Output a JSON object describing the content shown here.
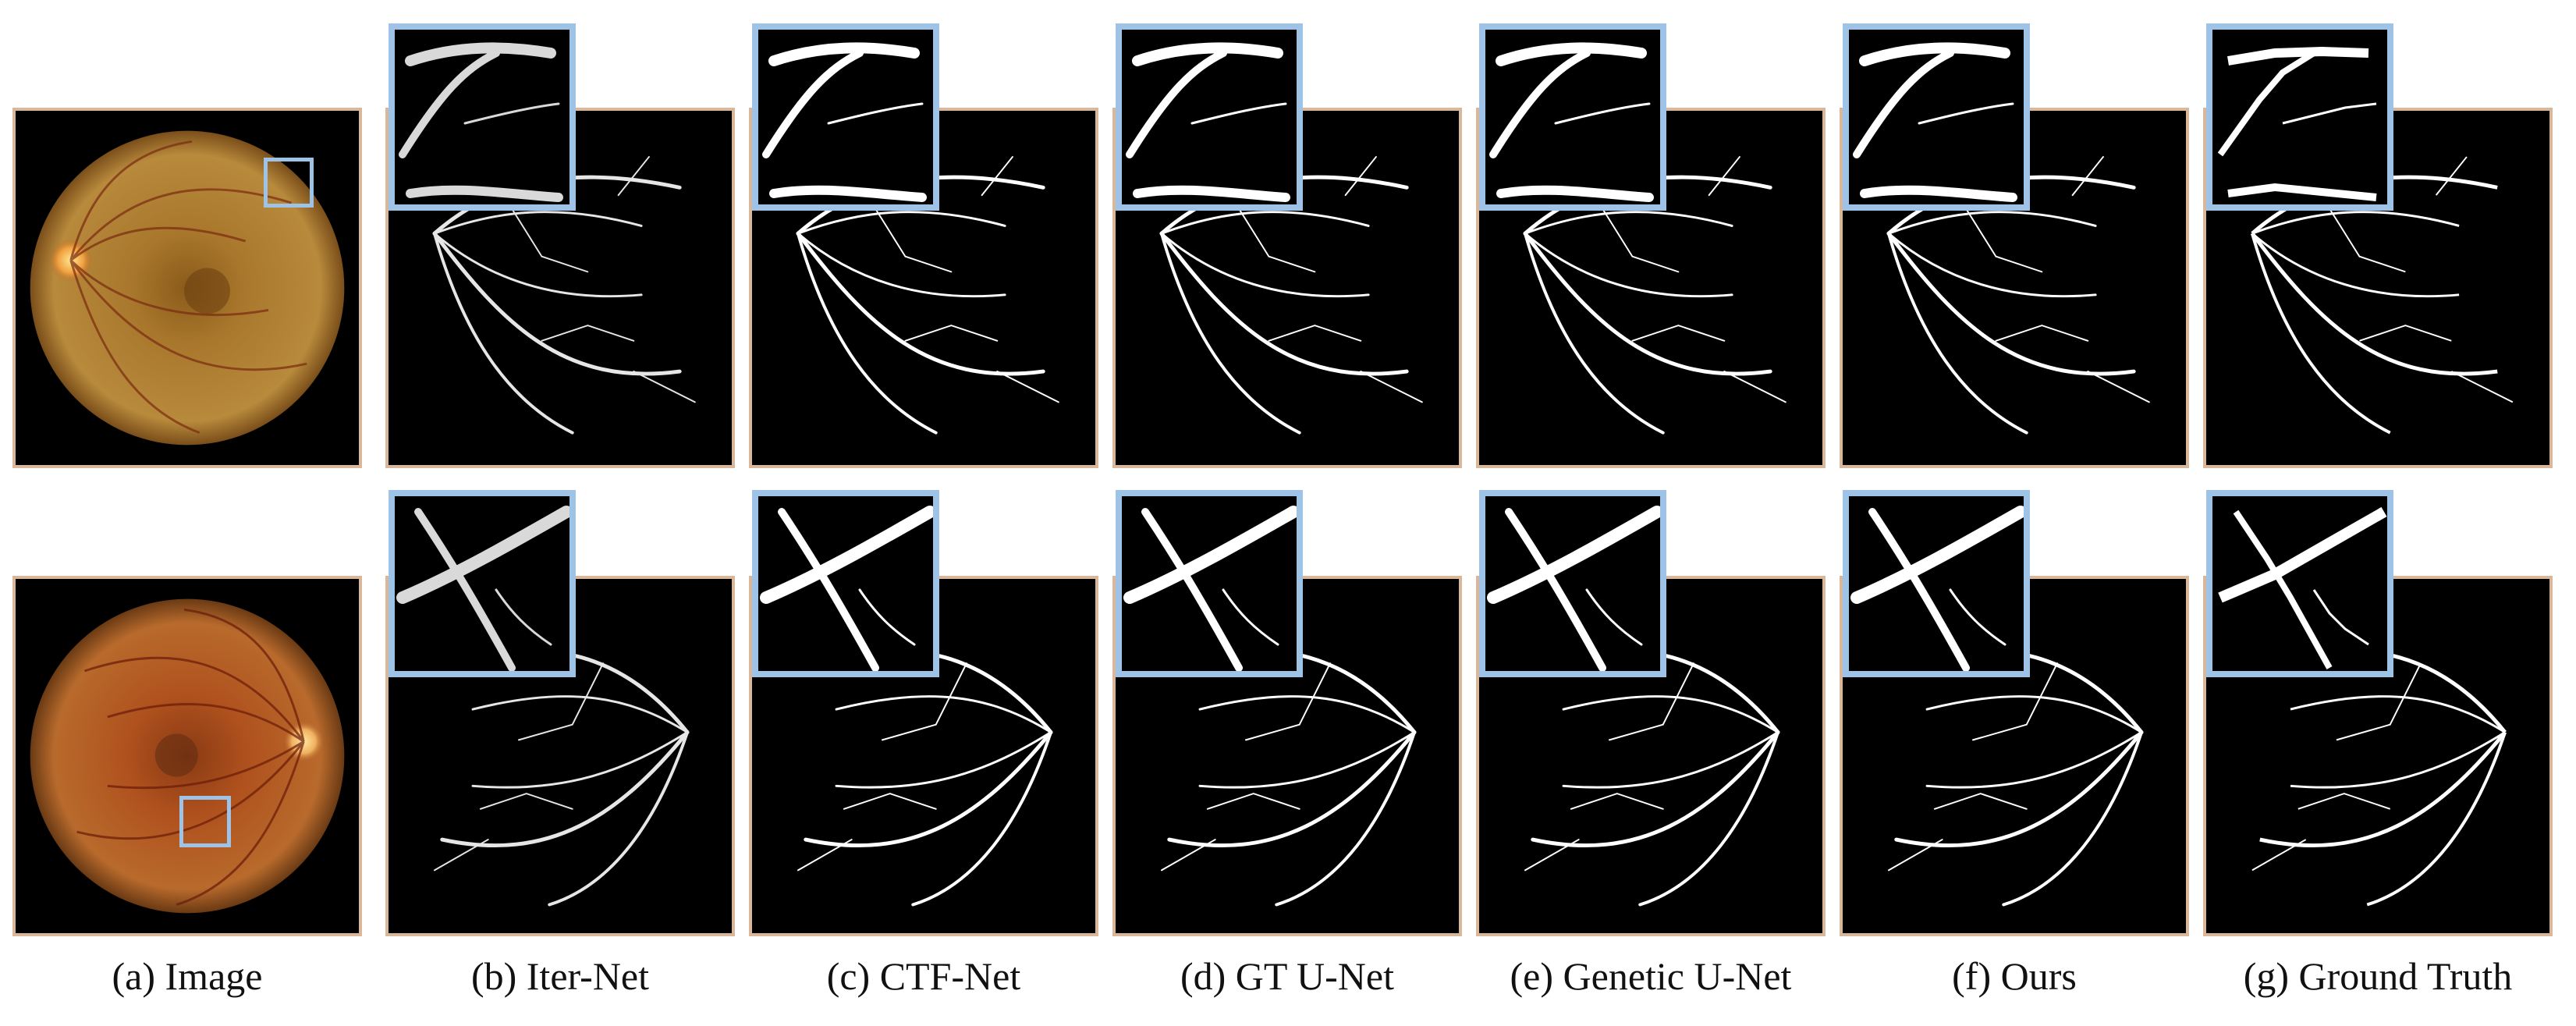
{
  "figure": {
    "columns": [
      {
        "id": "a",
        "caption": "(a) Image"
      },
      {
        "id": "b",
        "caption": "(b) Iter-Net"
      },
      {
        "id": "c",
        "caption": "(c) CTF-Net"
      },
      {
        "id": "d",
        "caption": "(d) GT U-Net"
      },
      {
        "id": "e",
        "caption": "(e) Genetic U-Net"
      },
      {
        "id": "f",
        "caption": "(f) Ours"
      },
      {
        "id": "g",
        "caption": "(g) Ground Truth"
      }
    ],
    "rows": [
      {
        "id": "row-1",
        "optic_disc_side": "left"
      },
      {
        "id": "row-2",
        "optic_disc_side": "right"
      }
    ],
    "colors": {
      "tile_border": "#d9b79b",
      "zoom_box": "#9ec3e6",
      "fundus_base": "#b07a2c",
      "vessel_mask": "#ffffff"
    }
  }
}
